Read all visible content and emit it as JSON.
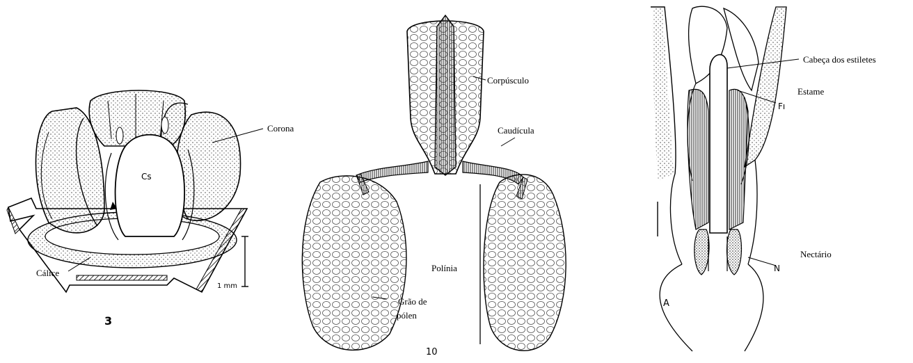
{
  "panels": {
    "flower": {
      "number": "3",
      "inner_letter": "Cs",
      "scale": "1 mm",
      "labels": {
        "corona": "Corona",
        "calice": "Cálice"
      }
    },
    "pollinarium": {
      "number": "10",
      "labels": {
        "corpusculo": "Corpúsculo",
        "caudicula": "Caudícula",
        "polinia": "Polínia",
        "grao_line1": "Grão de",
        "grao_line2": "pólen"
      }
    },
    "gynostegium": {
      "letter": "A",
      "mark_f": "Fı",
      "mark_n": "N",
      "labels": {
        "cabeca": "Cabeça dos estiletes",
        "estame": "Estame",
        "nectario": "Nectário"
      }
    }
  }
}
